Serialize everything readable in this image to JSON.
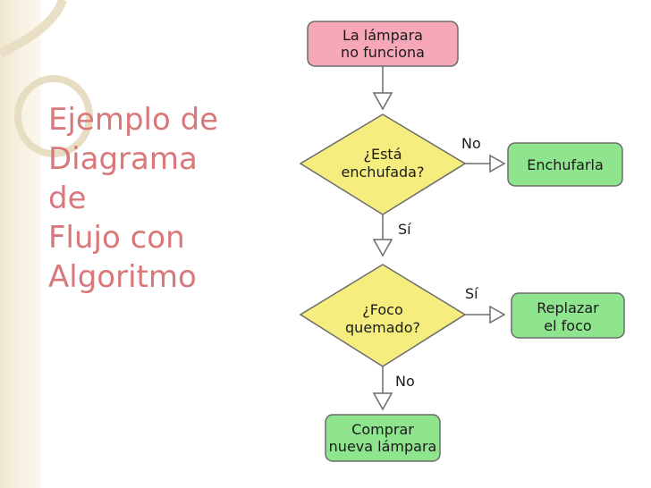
{
  "slide": {
    "title_lines": [
      "Ejemplo de",
      "Diagrama",
      "de",
      "Flujo con",
      "Algoritmo"
    ]
  },
  "flowchart": {
    "start": [
      "La lámpara",
      "no funciona"
    ],
    "decision1": [
      "¿Está",
      "enchufada?"
    ],
    "decision1_no_label": "No",
    "action1": "Enchufarla",
    "decision1_yes_label": "Sí",
    "decision2": [
      "¿Foco",
      "quemado?"
    ],
    "decision2_yes_label": "Sí",
    "action2": [
      "Replazar",
      "el foco"
    ],
    "decision2_no_label": "No",
    "end": [
      "Comprar",
      "nueva lámpara"
    ]
  },
  "colors": {
    "title": "#d9787a",
    "start_fill": "#f6a7b8",
    "decision_fill": "#f5ee7e",
    "action_fill": "#8ee58e",
    "stroke": "#6b6b6b"
  }
}
